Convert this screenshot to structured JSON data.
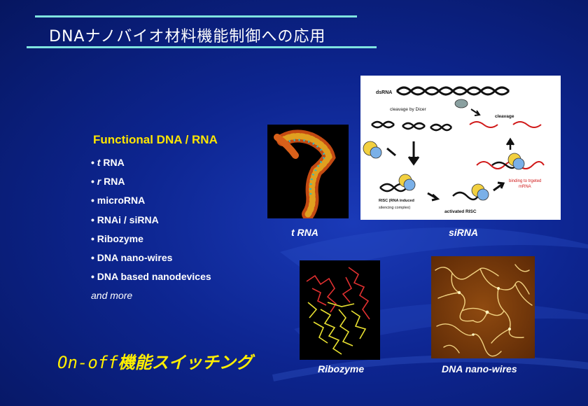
{
  "slide": {
    "title": "DNAナノバイオ材料機能制御への応用",
    "accent_color": "#7fe3e0",
    "highlight_color": "#ffe600"
  },
  "functional_list": {
    "heading": "Functional DNA / RNA",
    "items": [
      {
        "bullet": "•",
        "prefix": "t",
        "text": " RNA"
      },
      {
        "bullet": "•",
        "prefix": "r",
        "text": " RNA"
      },
      {
        "bullet": "•",
        "prefix": "",
        "text": " microRNA"
      },
      {
        "bullet": "•",
        "prefix": "",
        "text": " RNAi / siRNA"
      },
      {
        "bullet": "•",
        "prefix": "",
        "text": " Ribozyme"
      },
      {
        "bullet": "•",
        "prefix": "",
        "text": " DNA nano-wires"
      },
      {
        "bullet": "•",
        "prefix": "",
        "text": " DNA based nanodevices"
      }
    ],
    "more": "and more"
  },
  "switching": {
    "latin": "On-off",
    "japanese": "機能スイッチング"
  },
  "figures": {
    "trna": {
      "caption": "t RNA"
    },
    "sirna": {
      "caption": "siRNA",
      "labels": {
        "dsrna": "dsRNA",
        "dicer": "cleavage by Dicer",
        "cleavage": "cleavage",
        "risc1": "RISC (RNA induced",
        "risc2": "silencing complex)",
        "activated": "activated RISC",
        "binding1": "binding to trgeted",
        "binding2": "mRNA"
      }
    },
    "ribozyme": {
      "caption": "Ribozyme"
    },
    "nanowires": {
      "caption": "DNA nano-wires"
    }
  }
}
